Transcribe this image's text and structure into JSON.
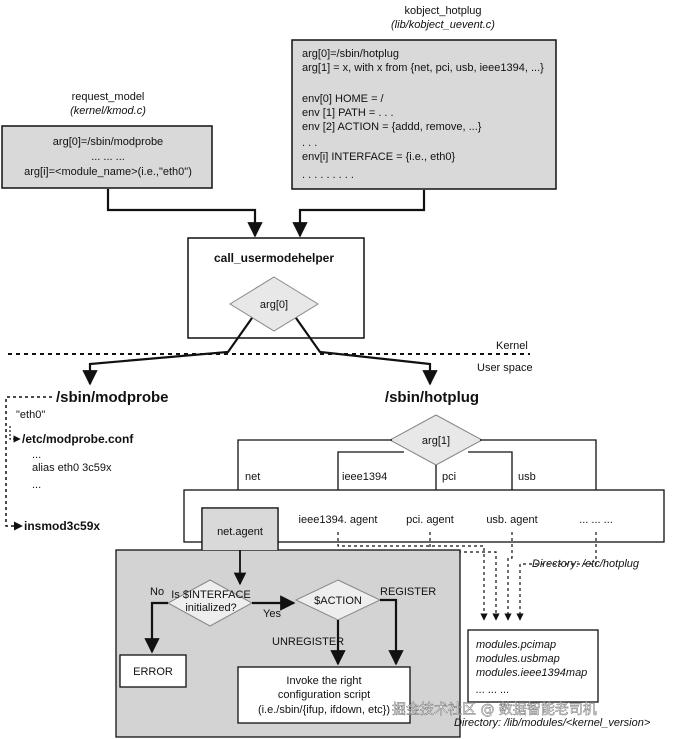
{
  "kobject_box": {
    "title": "kobject_hotplug",
    "source": "(lib/kobject_uevent.c)",
    "lines": [
      "arg[0]=/sbin/hotplug",
      "arg[1] = x, with x from {net, pci, usb, ieee1394, ...}",
      "env[0] HOME = /",
      "env [1] PATH = . . .",
      "env [2] ACTION = {addd, remove, ...}",
      ". . .",
      "env[i] INTERFACE = {i.e., eth0}",
      ". . .   . . .   . . ."
    ]
  },
  "request_box": {
    "title": "request_model",
    "source": "(kernel/kmod.c)",
    "lines": [
      "arg[0]=/sbin/modprobe",
      "...  ...  ...",
      "arg[i]=<module_name>(i.e.,\"eth0\")"
    ]
  },
  "helper_box": {
    "title": "call_usermodehelper",
    "diamond": "arg[0]"
  },
  "boundary": {
    "kernel": "Kernel",
    "user": "User space"
  },
  "modprobe": {
    "title": "/sbin/modprobe",
    "arg": "\"eth0\"",
    "conf": "/etc/modprobe.conf",
    "dots1": "...",
    "alias": "alias eth0  3c59x",
    "dots2": "...",
    "insmod": "insmod3c59x"
  },
  "hotplug": {
    "title": "/sbin/hotplug",
    "diamond": "arg[1]",
    "branches": [
      "net",
      "ieee1394",
      "pci",
      "usb"
    ],
    "agents": [
      "net.agent",
      "ieee1394. agent",
      "pci. agent",
      "usb. agent",
      "...  ...  ..."
    ],
    "dir_label": "Directory: /etc/hotplug"
  },
  "netagent_flow": {
    "no": "No",
    "yes": "Yes",
    "decision_interface": [
      "Is $INTERFACE",
      "initialized?"
    ],
    "decision_action": "$ACTION",
    "register": "REGISTER",
    "unregister": "UNREGISTER",
    "error": "ERROR",
    "invoke": [
      "Invoke the right",
      "configuration script",
      "(i.e./sbin/{ifup, ifdown, etc})"
    ]
  },
  "modules_box": {
    "lines": [
      "modules.pcimap",
      "modules.usbmap",
      "modules.ieee1394map",
      "...  ...  ..."
    ],
    "dir_label": "Directory: /lib/modules/<kernel_version>"
  },
  "watermark": "掘金技术社区 @ 数据智能老司机",
  "colors": {
    "box_fill": "#d9d9d9",
    "netflow_fill": "#d3d3d3",
    "diamond_fill": "#e8e8e8",
    "line": "#111111"
  }
}
